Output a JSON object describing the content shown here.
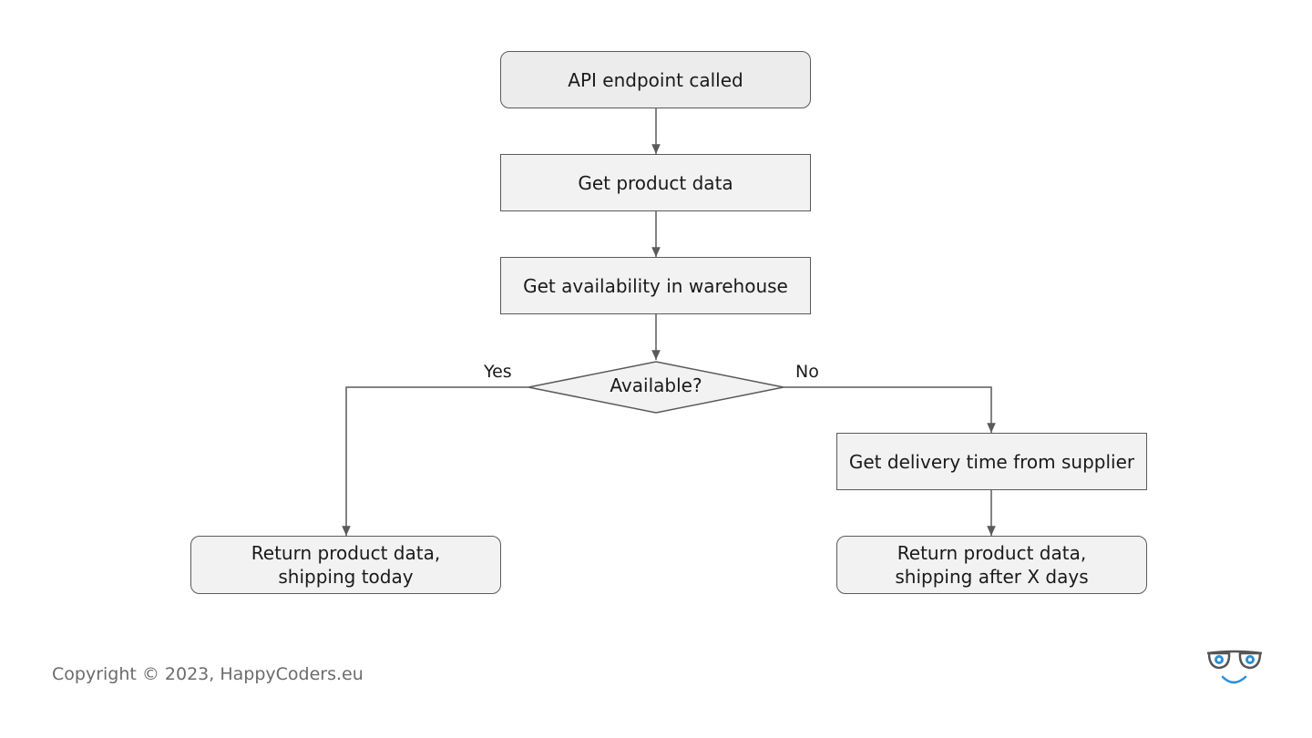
{
  "nodes": {
    "start": "API endpoint called",
    "get_product": "Get product data",
    "get_availability": "Get availability in warehouse",
    "decision": "Available?",
    "get_delivery": "Get delivery time from supplier",
    "return_today": "Return product data,\nshipping today",
    "return_later": "Return product data,\nshipping after X days"
  },
  "edges": {
    "yes": "Yes",
    "no": "No"
  },
  "footer": {
    "copyright": "Copyright © 2023, HappyCoders.eu"
  },
  "colors": {
    "box_fill": "#f2f2f2",
    "box_stroke": "#5a5a5a",
    "logo_blue": "#2b8fd6"
  },
  "logo_icon": "glasses-smiley-logo"
}
